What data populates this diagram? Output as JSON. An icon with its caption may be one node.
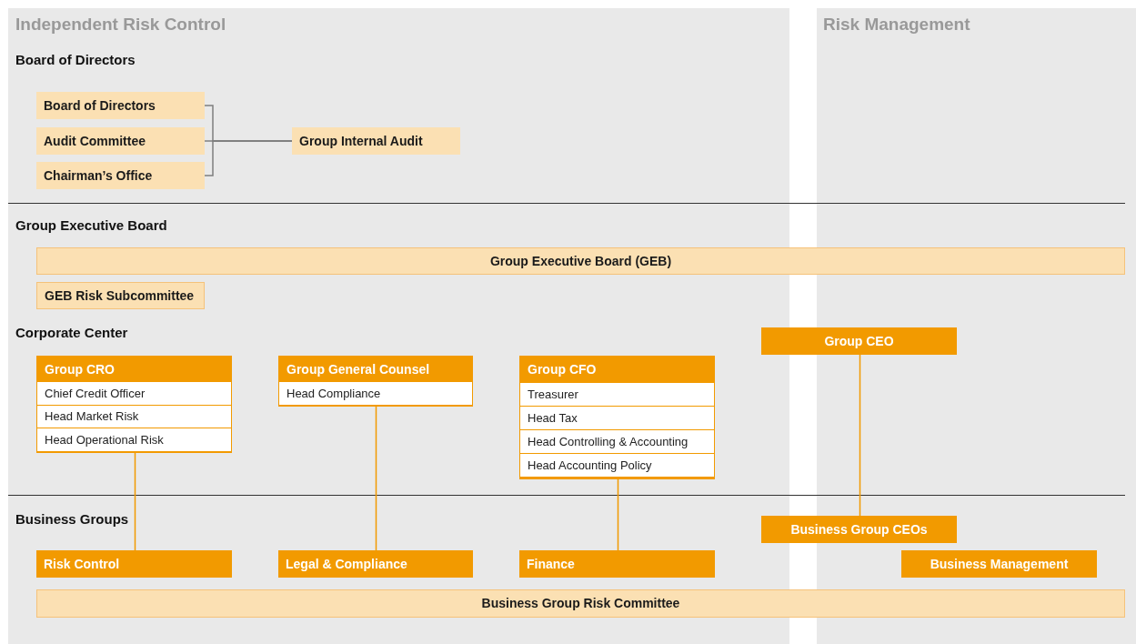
{
  "diagram": {
    "nodes": [
      {
        "text": [
          "Board of Directors"
        ]
      },
      {
        "text": [
          "Audit Committee"
        ]
      },
      {
        "text": [
          "Chairman’s Office"
        ]
      },
      {
        "text": [
          "Group Internal Audit"
        ]
      },
      {
        "text": [
          "Group Executive Board (GEB)"
        ]
      },
      {
        "text": [
          "GEB Risk Subcommittee"
        ]
      },
      {
        "text": [
          "Group CRO",
          "Chief Credit Officer",
          "Head Market Risk",
          "Head Operational Risk"
        ]
      },
      {
        "text": [
          "Group General Counsel",
          "Head Compliance"
        ]
      },
      {
        "text": [
          "Group CFO",
          "Treasurer",
          "Head Tax",
          "Head Controlling & Accounting",
          "Head Accounting Policy"
        ]
      },
      {
        "text": [
          "Group CEO"
        ]
      },
      {
        "text": [
          "Business Group CEOs"
        ]
      },
      {
        "text": [
          "Risk Control"
        ]
      },
      {
        "text": [
          "Legal & Compliance"
        ]
      },
      {
        "text": [
          "Finance"
        ]
      },
      {
        "text": [
          "Business Management"
        ]
      },
      {
        "text": [
          "Business Group Risk Committee"
        ]
      }
    ],
    "edges": [
      {
        "from": 0,
        "to": 3,
        "arrow": "none",
        "color": "#7f7f7f"
      },
      {
        "from": 1,
        "to": 3,
        "arrow": "none",
        "color": "#7f7f7f"
      },
      {
        "from": 2,
        "to": 3,
        "arrow": "none",
        "color": "#7f7f7f"
      },
      {
        "from": 6,
        "to": 11,
        "arrow": "none"
      },
      {
        "from": 7,
        "to": 12,
        "arrow": "none"
      },
      {
        "from": 8,
        "to": 13,
        "arrow": "none"
      },
      {
        "from": 9,
        "to": 10,
        "arrow": "none"
      }
    ],
    "labels": [
      "Independent Risk Control",
      "Risk Management",
      "Board of Directors",
      "Group Executive Board",
      "Corporate Center",
      "Business Groups"
    ]
  }
}
